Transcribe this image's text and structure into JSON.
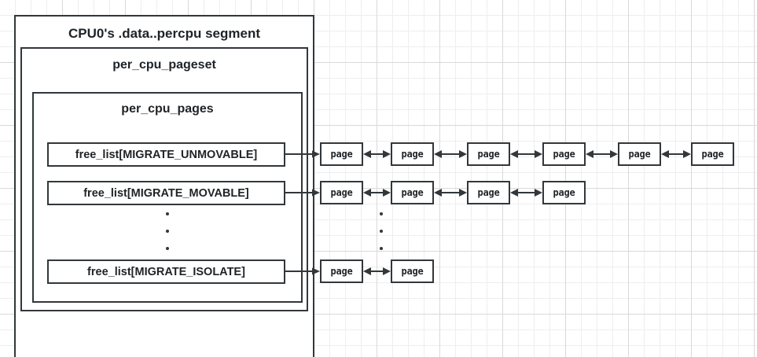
{
  "diagram": {
    "title": "CPU0's .data..percpu segment",
    "containers": {
      "outer": "CPU0's .data..percpu segment",
      "middle": "per_cpu_pageset",
      "inner": "per_cpu_pages"
    },
    "colors": {
      "stroke": "#32373b",
      "text": "#1f2326",
      "background": "#ffffff",
      "grid_minor": "#eeeeee",
      "grid_major": "#d9d9d9"
    },
    "free_lists": [
      {
        "label": "free_list[MIGRATE_UNMOVABLE]",
        "page_count": 6,
        "pages": [
          "page",
          "page",
          "page",
          "page",
          "page",
          "page"
        ]
      },
      {
        "label": "free_list[MIGRATE_MOVABLE]",
        "page_count": 4,
        "pages": [
          "page",
          "page",
          "page",
          "page"
        ]
      },
      {
        "label": "free_list[MIGRATE_ISOLATE]",
        "page_count": 2,
        "pages": [
          "page",
          "page"
        ]
      }
    ],
    "ellipsis": {
      "left": "⋮",
      "right": "⋮",
      "dot_count": 3
    },
    "arrows": {
      "head_to_list": "single-arrow",
      "between_pages": "double-arrow"
    }
  }
}
